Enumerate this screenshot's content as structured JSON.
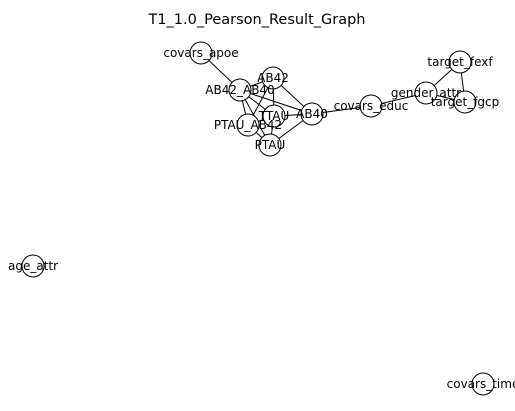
{
  "title": "T1_1.0_Pearson_Result_Graph",
  "nodes": [
    {
      "id": "covars_apoe",
      "label": "covars_apoe"
    },
    {
      "id": "AB42",
      "label": "AB42"
    },
    {
      "id": "AB42_AB40",
      "label": "AB42_AB40"
    },
    {
      "id": "AB40",
      "label": "AB40"
    },
    {
      "id": "TTAU",
      "label": "TTAU"
    },
    {
      "id": "PTAU_AB42",
      "label": "PTAU_AB42"
    },
    {
      "id": "PTAU",
      "label": "PTAU"
    },
    {
      "id": "covars_educ",
      "label": "covars_educ"
    },
    {
      "id": "gender_attr",
      "label": "gender_attr"
    },
    {
      "id": "target_fexf",
      "label": "target_fexf"
    },
    {
      "id": "target_fgcp",
      "label": "target_fgcp"
    },
    {
      "id": "age_attr",
      "label": "age_attr"
    },
    {
      "id": "covars_time",
      "label": "covars_time"
    }
  ],
  "edges": [
    [
      "covars_apoe",
      "AB42_AB40"
    ],
    [
      "AB42_AB40",
      "AB42"
    ],
    [
      "AB42_AB40",
      "AB40"
    ],
    [
      "AB42_AB40",
      "TTAU"
    ],
    [
      "AB42_AB40",
      "PTAU_AB42"
    ],
    [
      "AB42_AB40",
      "PTAU"
    ],
    [
      "AB42",
      "AB40"
    ],
    [
      "AB42",
      "TTAU"
    ],
    [
      "AB42",
      "PTAU_AB42"
    ],
    [
      "TTAU",
      "PTAU"
    ],
    [
      "TTAU",
      "PTAU_AB42"
    ],
    [
      "TTAU",
      "AB40"
    ],
    [
      "PTAU_AB42",
      "PTAU"
    ],
    [
      "PTAU",
      "AB40"
    ],
    [
      "AB40",
      "covars_educ"
    ],
    [
      "covars_educ",
      "gender_attr"
    ],
    [
      "gender_attr",
      "target_fexf"
    ],
    [
      "gender_attr",
      "target_fgcp"
    ],
    [
      "target_fexf",
      "target_fgcp"
    ]
  ]
}
